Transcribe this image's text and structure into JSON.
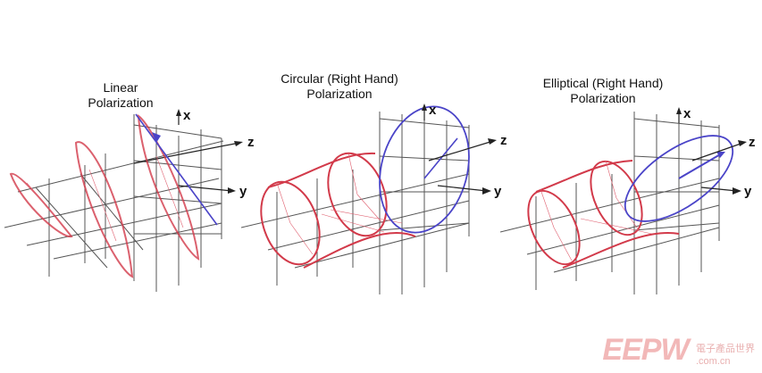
{
  "panels": [
    {
      "id": "linear",
      "title_line1": "Linear",
      "title_line2": "Polarization",
      "axis_x": "x",
      "axis_y": "y",
      "axis_z": "z"
    },
    {
      "id": "circular",
      "title_line1": "Circular (Right Hand)",
      "title_line2": "Polarization",
      "axis_x": "x",
      "axis_y": "y",
      "axis_z": "z"
    },
    {
      "id": "elliptical",
      "title_line1": "Elliptical (Right Hand)",
      "title_line2": "Polarization",
      "axis_x": "x",
      "axis_y": "y",
      "axis_z": "z"
    }
  ],
  "watermark": {
    "brand": "EEPW",
    "chinese": "電子產品世界",
    "domain": ".com.cn"
  },
  "colors": {
    "wave": "#d23a4a",
    "vector": "#4a44c8",
    "grid": "#555555"
  }
}
